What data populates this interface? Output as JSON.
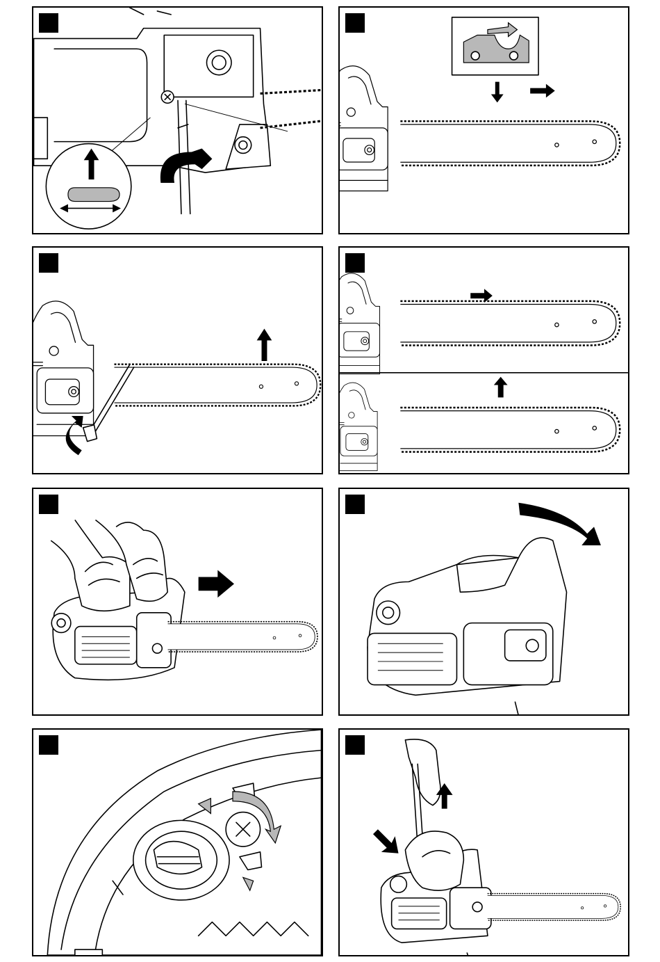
{
  "document": {
    "type": "instruction-illustrations",
    "panel_count": 8,
    "badge_color": "#000000"
  },
  "panels": [
    {
      "id": "p1",
      "depicts": "chain-brake-and-bar-nut",
      "icons": [
        "screwdriver-icon",
        "rotate-arrow-icon",
        "magnifier-inset",
        "up-arrow-icon",
        "left-right-arrow-icon"
      ]
    },
    {
      "id": "p2",
      "depicts": "chain-direction-check",
      "icons": [
        "chain-link-inset",
        "down-arrow-icon",
        "right-arrow-icon"
      ]
    },
    {
      "id": "p3",
      "depicts": "chain-tensioning",
      "icons": [
        "screwdriver-icon",
        "rotate-arrow-icon",
        "up-arrow-icon"
      ]
    },
    {
      "id": "p4",
      "depicts": "chain-tension-check",
      "icons": [
        "right-arrow-icon",
        "up-arrow-icon"
      ]
    },
    {
      "id": "p5",
      "depicts": "push-saw-forward",
      "icons": [
        "gloved-hands",
        "right-arrow-icon"
      ]
    },
    {
      "id": "p6",
      "depicts": "tilt-saw",
      "icons": [
        "curved-arrow-icon"
      ]
    },
    {
      "id": "p7",
      "depicts": "oil-cap-closeup",
      "icons": [
        "rotate-arrow-icon",
        "lock-icon",
        "unlock-icon"
      ]
    },
    {
      "id": "p8",
      "depicts": "hold-and-pull-handle",
      "icons": [
        "gloved-hands",
        "down-arrow-icon",
        "up-arrow-icon"
      ]
    }
  ],
  "colors": {
    "line": "#000000",
    "fill": "#ffffff",
    "shade": "#b8b8b8"
  }
}
